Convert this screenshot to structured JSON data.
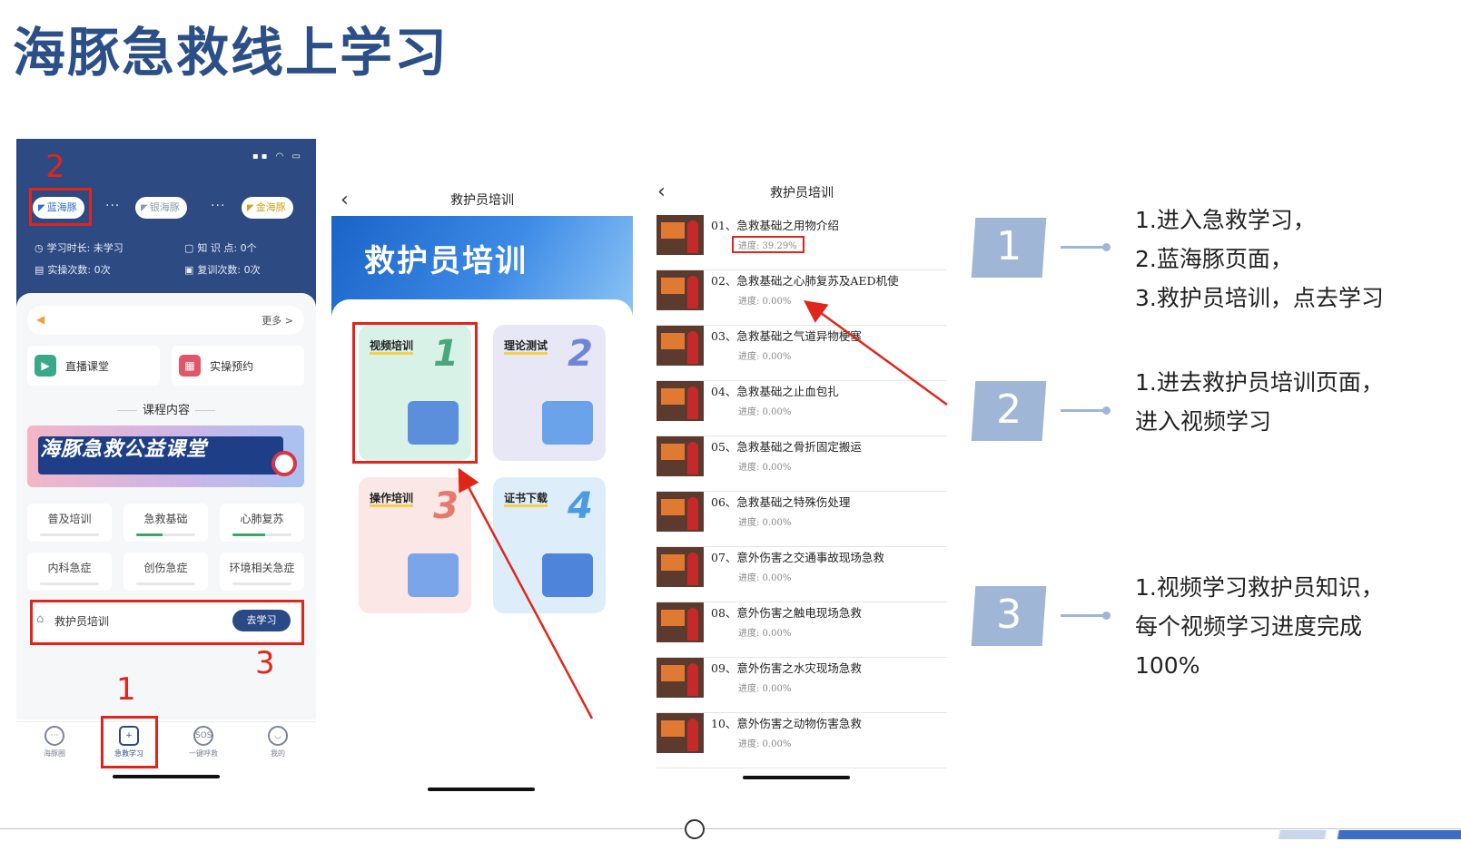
{
  "slide": {
    "title": "海豚急救线上学习"
  },
  "phone1": {
    "status_icons": "▪▪ ◠ ▭",
    "levels": [
      {
        "label": "蓝海豚",
        "color": "#2d6fd1"
      },
      {
        "label": "银海豚",
        "color": "#8a9bb0"
      },
      {
        "label": "金海豚",
        "color": "#d0a31c"
      }
    ],
    "dots": "···",
    "stats": {
      "study_time": "学习时长: 未学习",
      "knowledge_points": "知 识 点: 0个",
      "practice_count": "实操次数: 0次",
      "review_count": "复训次数: 0次"
    },
    "notice_more": "更多 >",
    "quick": {
      "live": "直播课堂",
      "booking": "实操预约"
    },
    "section_title": "课程内容",
    "banner_text": "海豚急救公益课堂",
    "categories": [
      {
        "label": "普及培训",
        "progress": 0
      },
      {
        "label": "急救基础",
        "progress": 0.45
      },
      {
        "label": "心肺复苏",
        "progress": 0.55
      },
      {
        "label": "内科急症",
        "progress": 0
      },
      {
        "label": "创伤急症",
        "progress": 0
      },
      {
        "label": "环境相关急症",
        "progress": 0
      }
    ],
    "training": {
      "label": "救护员培训",
      "button": "去学习"
    },
    "tabs": [
      "海豚圈",
      "急救学习",
      "一键呼救",
      "我的"
    ],
    "tab_icons": [
      "···",
      "+",
      "SOS",
      "◡"
    ]
  },
  "phone2": {
    "title": "救护员培训",
    "hero": "救护员培训",
    "cards": [
      {
        "label": "视频培训",
        "num": "1"
      },
      {
        "label": "理论测试",
        "num": "2"
      },
      {
        "label": "操作培训",
        "num": "3"
      },
      {
        "label": "证书下载",
        "num": "4"
      }
    ]
  },
  "phone3": {
    "title": "救护员培训",
    "lessons": [
      {
        "title": "01、急救基础之用物介绍",
        "progress": "进度: 39.29%"
      },
      {
        "title": "02、急救基础之心肺复苏及AED机使",
        "progress": "进度: 0.00%"
      },
      {
        "title": "03、急救基础之气道异物梗塞",
        "progress": "进度: 0.00%"
      },
      {
        "title": "04、急救基础之止血包扎",
        "progress": "进度: 0.00%"
      },
      {
        "title": "05、急救基础之骨折固定搬运",
        "progress": "进度: 0.00%"
      },
      {
        "title": "06、急救基础之特殊伤处理",
        "progress": "进度: 0.00%"
      },
      {
        "title": "07、意外伤害之交通事故现场急救",
        "progress": "进度: 0.00%"
      },
      {
        "title": "08、意外伤害之触电现场急救",
        "progress": "进度: 0.00%"
      },
      {
        "title": "09、意外伤害之水灾现场急救",
        "progress": "进度: 0.00%"
      },
      {
        "title": "10、意外伤害之动物伤害急救",
        "progress": "进度: 0.00%"
      }
    ]
  },
  "annotations": {
    "n1": "1",
    "n2": "2",
    "n3": "3"
  },
  "steps": [
    {
      "num": "1",
      "lines": [
        "1.进入急救学习，",
        "2.蓝海豚页面，",
        "3.救护员培训，点去学习"
      ]
    },
    {
      "num": "2",
      "lines": [
        "1.进去救护员培训页面，",
        "进入视频学习"
      ]
    },
    {
      "num": "3",
      "lines": [
        "1.视频学习救护员知识，",
        "每个视频学习进度完成",
        "100%"
      ]
    }
  ],
  "colors": {
    "title": "#2b4f86",
    "header_blue": "#2d4a82",
    "annotation_red": "#e0261b",
    "step_blue": "#9fb6d6"
  }
}
